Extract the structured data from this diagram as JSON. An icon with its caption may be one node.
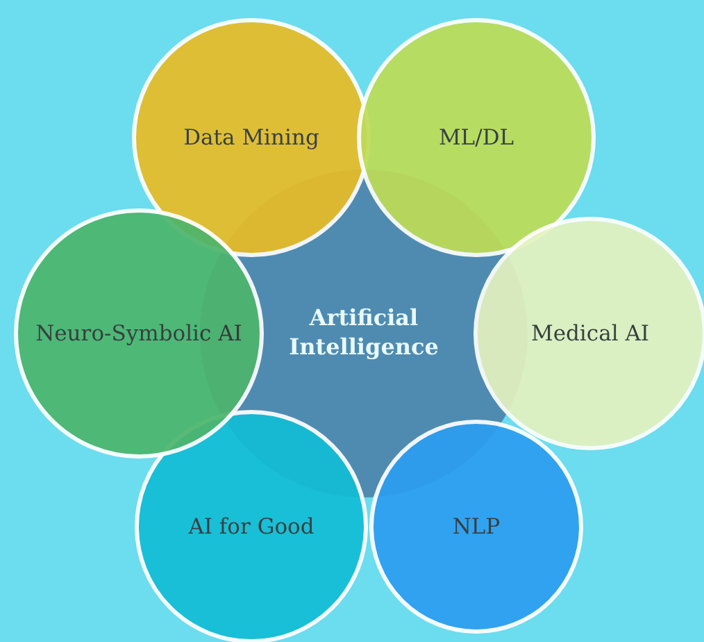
{
  "diagram": {
    "nodes": [
      {
        "text": [
          "Artificial Intelligence"
        ]
      },
      {
        "text": [
          "Data Mining"
        ]
      },
      {
        "text": [
          "ML/DL"
        ]
      },
      {
        "text": [
          "Medical AI"
        ]
      },
      {
        "text": [
          "NLP"
        ]
      },
      {
        "text": [
          "AI for Good"
        ]
      },
      {
        "text": [
          "Neuro-Symbolic AI"
        ]
      }
    ]
  }
}
